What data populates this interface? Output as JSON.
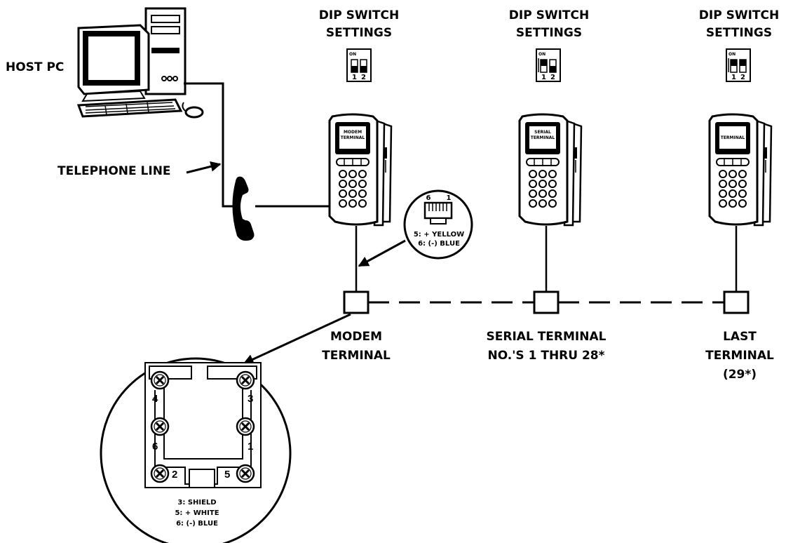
{
  "labels": {
    "host_pc": "HOST PC",
    "telephone_line": "TELEPHONE LINE",
    "dip_title_line1": "DIP SWITCH",
    "dip_title_line2": "SETTINGS",
    "modem_terminal_line1": "MODEM",
    "modem_terminal_line2": "TERMINAL",
    "serial_terminal_line1": "SERIAL TERMINAL",
    "serial_terminal_line2": "NO.'S 1 THRU 28*",
    "last_terminal_line1": "LAST",
    "last_terminal_line2": "TERMINAL",
    "last_terminal_line3": "(29*)"
  },
  "dip_switch": {
    "on_label": "ON",
    "switch_1": "1",
    "switch_2": "2"
  },
  "terminal_screens": {
    "modem_line1": "MODEM",
    "modem_line2": "TERMINAL",
    "serial_line1": "SERIAL",
    "serial_line2": "TERMINAL",
    "last_line1": "",
    "last_line2": "TERMINAL"
  },
  "jack_callout": {
    "pin_left": "6",
    "pin_right": "1",
    "line1": "5: + YELLOW",
    "line2": "6: (-) BLUE"
  },
  "terminal_block": {
    "pins": [
      "4",
      "3",
      "6",
      "1",
      "2",
      "5"
    ],
    "line1": "3: SHIELD",
    "line2": "5: + WHITE",
    "line3": "6: (-) BLUE"
  }
}
